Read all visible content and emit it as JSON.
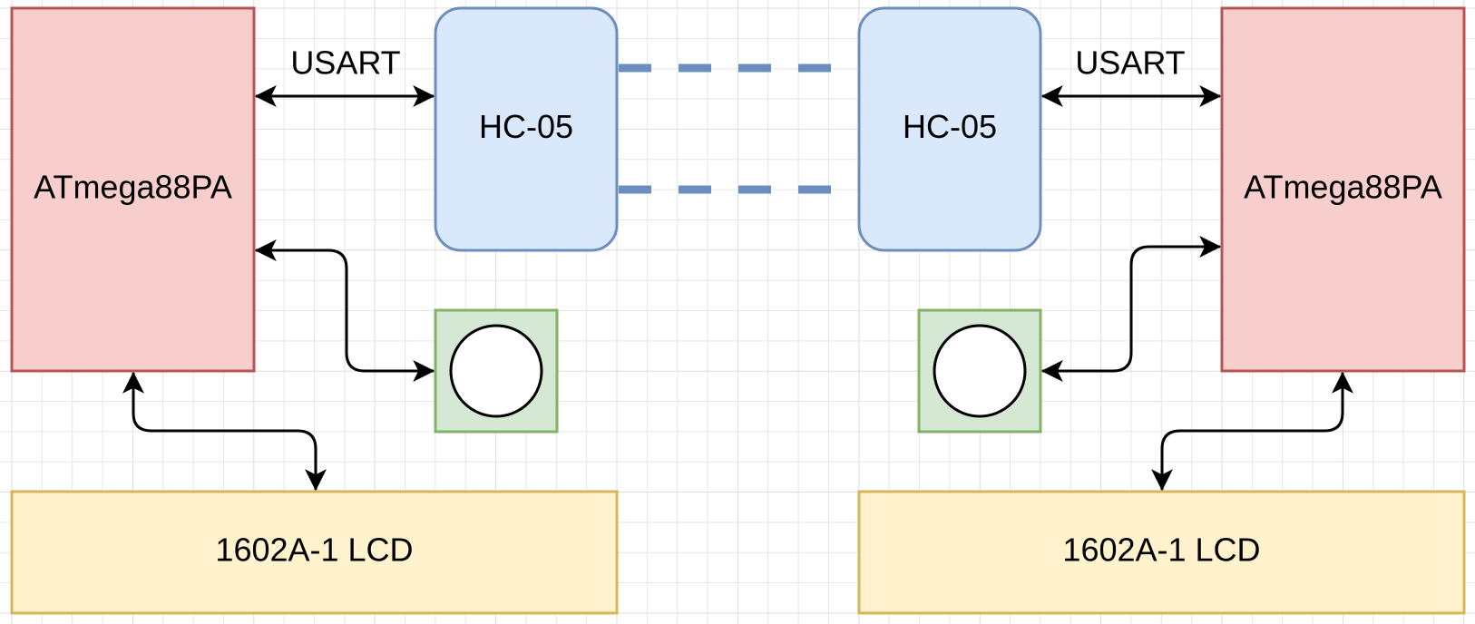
{
  "mcu": {
    "label": "ATmega88PA",
    "fill": "#f8cecc",
    "stroke": "#b85450"
  },
  "bt": {
    "label": "HC-05",
    "fill": "#dae8fc",
    "stroke": "#6c8ebf"
  },
  "lcd": {
    "label": "1602A-1 LCD",
    "fill": "#fff2cc",
    "stroke": "#d6b656"
  },
  "button": {
    "name": "circle-button-icon",
    "fill": "#d5e8d4",
    "stroke": "#82b366"
  },
  "link": {
    "label": "USART"
  },
  "wireless_link": {
    "stroke": "#6c8ebf"
  },
  "canvas": {
    "background": "#ffffff"
  }
}
